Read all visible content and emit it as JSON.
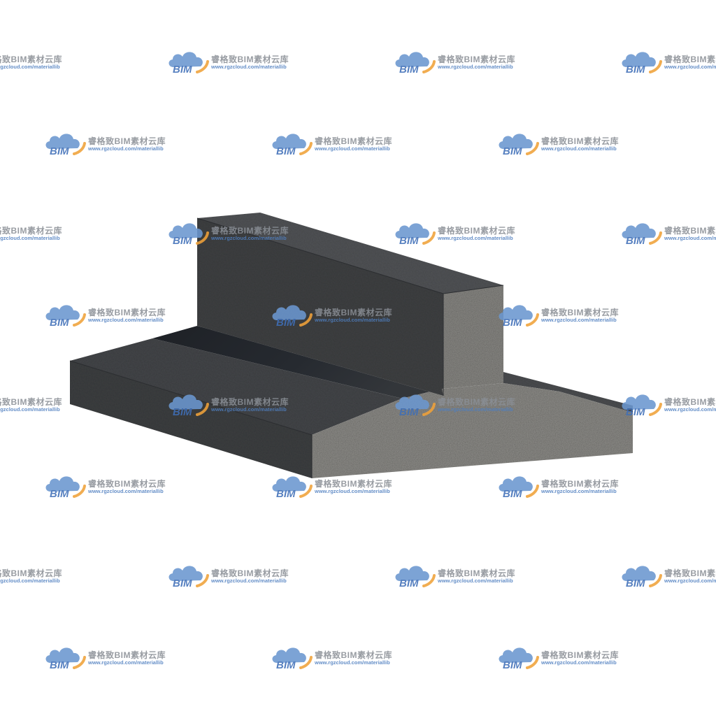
{
  "watermark": {
    "badge": "BIM",
    "title": "睿格致BIM素材云库",
    "url": "www.rgzcloud.com/materiallib",
    "colors": {
      "cloud": "#6b97d0",
      "badge_text": "#3f6fb8",
      "arc": "#f0a23a",
      "title_text": "#8a8f96",
      "url_text": "#4f7fc0"
    }
  },
  "model": {
    "name": "concrete-retaining-wall-footing",
    "colors": {
      "top_dark": "#45474a",
      "face_left": "#3f4143",
      "face_textured": "#8d8c88",
      "shadow": "#24272c"
    }
  }
}
